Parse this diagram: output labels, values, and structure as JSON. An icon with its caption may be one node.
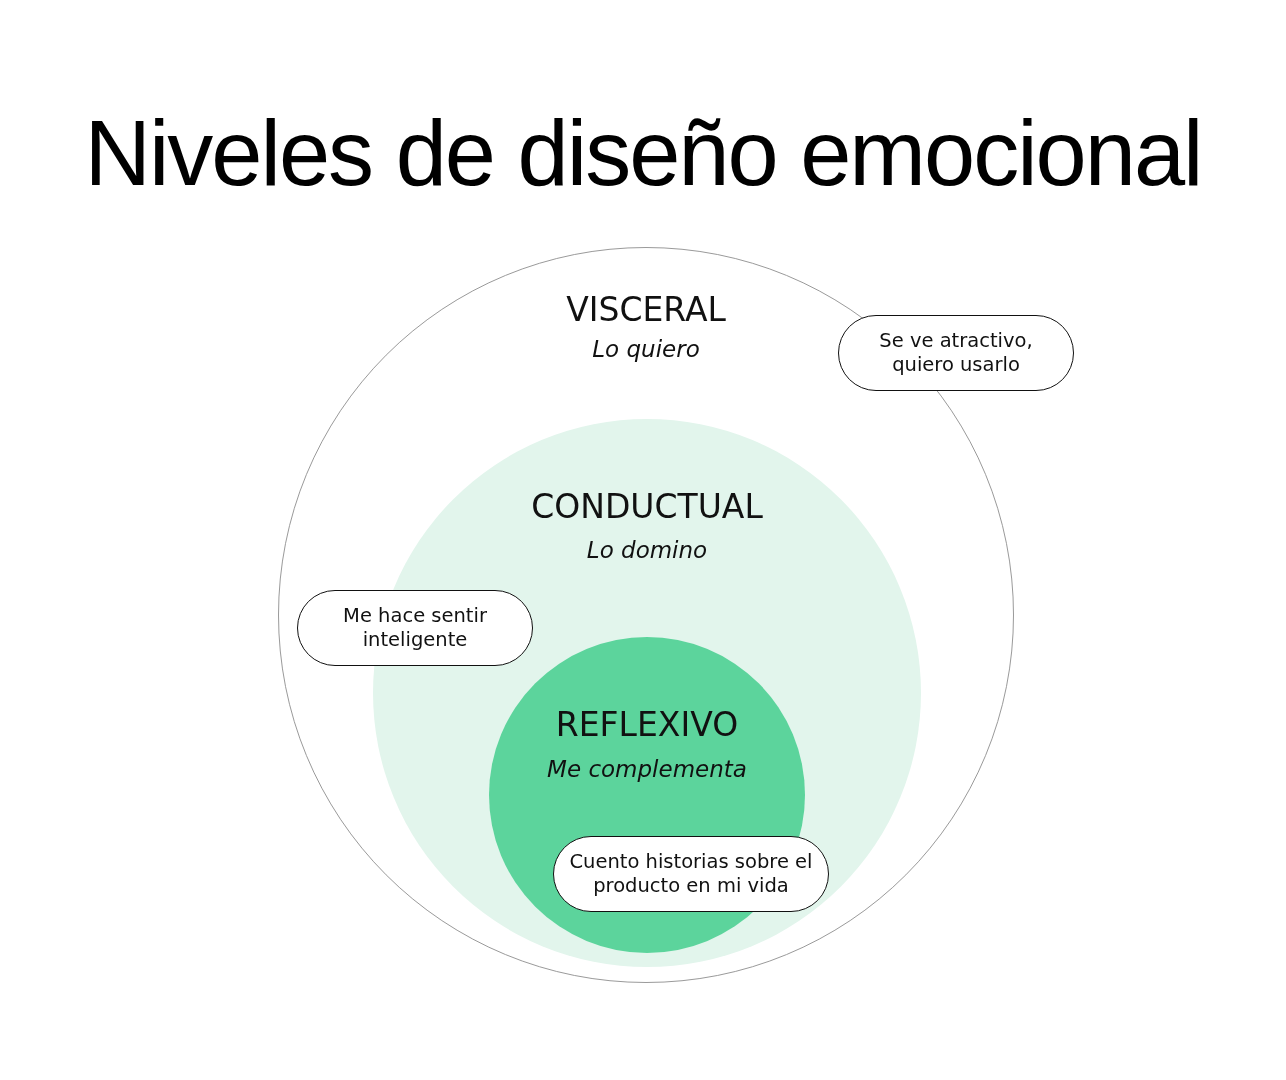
{
  "diagram": {
    "title": "Niveles de diseño emocional",
    "nodes": [
      {
        "text": [
          "VISCERAL",
          "Lo quiero"
        ]
      },
      {
        "text": [
          "Se ve atractivo, quiero usarlo"
        ]
      },
      {
        "text": [
          "CONDUCTUAL",
          "Lo domino"
        ],
        "in": 0
      },
      {
        "text": [
          "Me hace sentir inteligente"
        ],
        "in": 0
      },
      {
        "text": [
          "REFLEXIVO",
          "Me complementa"
        ],
        "in": 2
      },
      {
        "text": [
          "Cuento historias sobre el producto en mi vida"
        ],
        "in": 2
      }
    ],
    "edges": []
  }
}
